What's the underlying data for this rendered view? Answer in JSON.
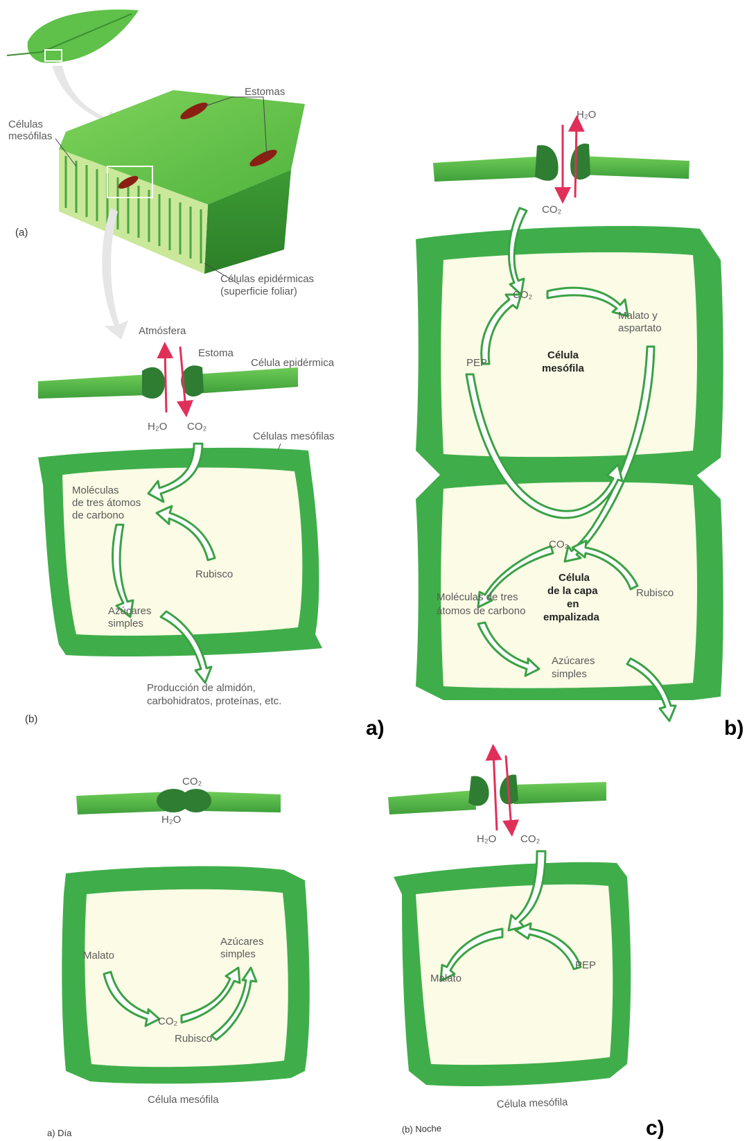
{
  "colors": {
    "leaf_green": "#5fc04a",
    "cell_wall": "#3fae4a",
    "cell_inside": "#fbfbe6",
    "flux_arrow": "#e0305a",
    "stomata": "#2e7d32"
  },
  "panel_a": {
    "sub_a_label": "(a)",
    "estomas": "Estomas",
    "celulas_mesofilas_1": "Células",
    "celulas_mesofilas_2": "mesófilas",
    "epidermicas_1": "Células epidérmicas",
    "epidermicas_2": "(superficie foliar)",
    "sub_b_label": "(b)",
    "atmosfera": "Atmósfera",
    "estoma": "Estoma",
    "celula_epidermica": "Célula epidérmica",
    "h2o": "H₂O",
    "co2": "CO₂",
    "celulas_mesofilas": "Células mesófilas",
    "moleculas_1": "Moléculas",
    "moleculas_2": "de tres átomos",
    "moleculas_3": "de carbono",
    "rubisco": "Rubisco",
    "azucares_1": "Azúcares",
    "azucares_2": "simples",
    "produccion_1": "Producción de almidón,",
    "produccion_2": "carbohidratos, proteínas, etc.",
    "letter": "a)"
  },
  "panel_b": {
    "h2o": "H₂O",
    "co2_top": "CO₂",
    "co2_mid": "CO₂",
    "malato_1": "Malato y",
    "malato_2": "aspartato",
    "pep": "PEP",
    "celula_mesofila_1": "Célula",
    "celula_mesofila_2": "mesófila",
    "co2_low": "CO₂",
    "capa_1": "Célula",
    "capa_2": "de la capa",
    "capa_3": "en",
    "capa_4": "empalizada",
    "rubisco": "Rubisco",
    "moleculas_1": "Moléculas de tres",
    "moleculas_2": "átomos de carbono",
    "azucares_1": "Azúcares",
    "azucares_2": "simples",
    "letter": "b)"
  },
  "panel_c": {
    "dia_co2": "CO₂",
    "dia_h2o": "H₂O",
    "dia_malato": "Malato",
    "dia_azucares_1": "Azúcares",
    "dia_azucares_2": "simples",
    "dia_co2_inner": "CO₂",
    "dia_rubisco": "Rubisco",
    "dia_cell": "Célula mesófila",
    "dia_caption": "a) Día",
    "noche_h2o": "H₂O",
    "noche_co2": "CO₂",
    "noche_malato": "Malato",
    "noche_pep": "PEP",
    "noche_cell": "Célula mesófila",
    "noche_caption": "(b) Noche",
    "letter": "c)"
  }
}
